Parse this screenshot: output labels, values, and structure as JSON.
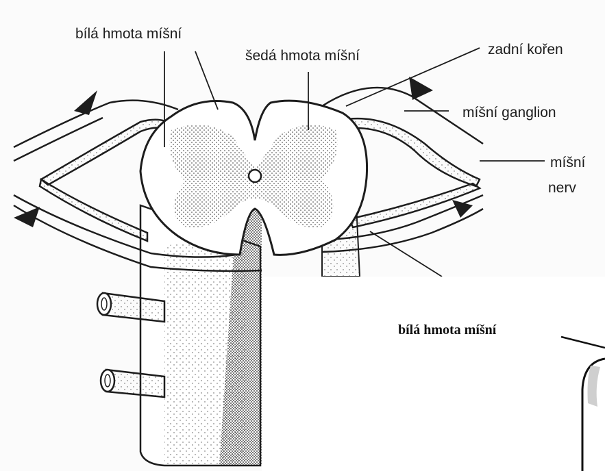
{
  "labels": {
    "white_matter": "bílá hmota míšní",
    "gray_matter": "šedá hmota míšní",
    "dorsal_root": "zadní kořen",
    "spinal_ganglion": "míšní ganglion",
    "spinal_nerve_line1": "míšní",
    "spinal_nerve_line2": "nerv",
    "overlay_white_matter": "bílá hmota míšní"
  },
  "colors": {
    "ink": "#1d1d1d",
    "background": "#fbfbfb",
    "overlay": "#ffffff"
  }
}
